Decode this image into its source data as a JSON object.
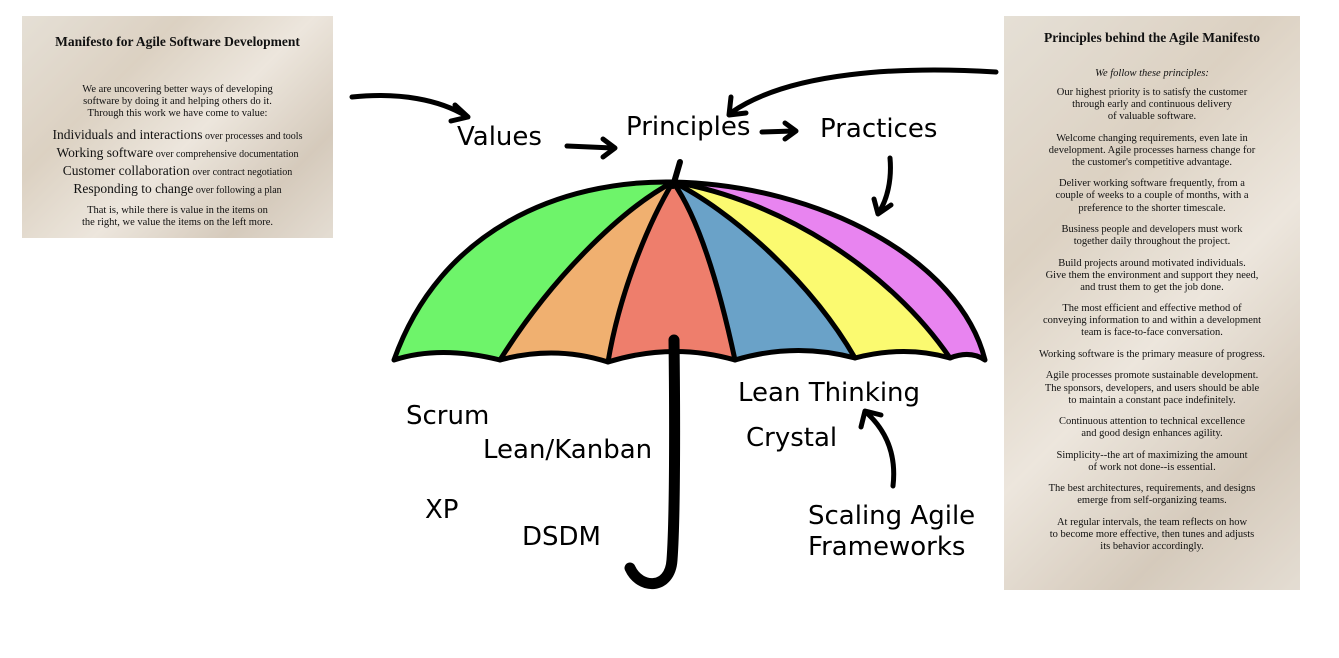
{
  "manifesto": {
    "title": "Manifesto for Agile Software Development",
    "intro": [
      "We are uncovering better ways of developing",
      "software by doing it and helping others do it.",
      "Through this work we have come to value:"
    ],
    "values": [
      {
        "lead": "Individuals and interactions",
        "rest": "over processes and tools"
      },
      {
        "lead": "Working software",
        "rest": "over comprehensive documentation"
      },
      {
        "lead": "Customer collaboration",
        "rest": "over contract negotiation"
      },
      {
        "lead": "Responding to change",
        "rest": "over following a plan"
      }
    ],
    "outro": [
      "That is, while there is value in the items on",
      "the right, we value the items on the left more."
    ]
  },
  "principles_card": {
    "title": "Principles behind the Agile Manifesto",
    "subtitle": "We follow these principles:",
    "items": [
      "Our highest priority is to satisfy the customer\nthrough early and continuous delivery\nof valuable software.",
      "Welcome changing requirements, even late in\ndevelopment. Agile processes harness change for\nthe customer's competitive advantage.",
      "Deliver working software frequently, from a\ncouple of weeks to a couple of months, with a\npreference to the shorter timescale.",
      "Business people and developers must work\ntogether daily throughout the project.",
      "Build projects around motivated individuals.\nGive them the environment and support they need,\nand trust them to get the job done.",
      "The most efficient and effective method of\nconveying information to and within a development\nteam is face-to-face conversation.",
      "Working software is the primary measure of progress.",
      "Agile processes promote sustainable development.\nThe sponsors, developers, and users should be able\nto maintain a constant pace indefinitely.",
      "Continuous attention to technical excellence\nand good design enhances agility.",
      "Simplicity--the art of maximizing the amount\nof work not done--is essential.",
      "The best architectures, requirements, and designs\nemerge from self-organizing teams.",
      "At regular intervals, the team reflects on how\nto become more effective, then tunes and adjusts\nits behavior accordingly."
    ]
  },
  "labels": {
    "values": "Values",
    "principles": "Principles",
    "practices": "Practices",
    "scrum": "Scrum",
    "lean_kanban": "Lean/Kanban",
    "xp": "XP",
    "dsdm": "DSDM",
    "lean_thinking": "Lean Thinking",
    "crystal": "Crystal",
    "scaling_line1": "Scaling Agile",
    "scaling_line2": "Frameworks"
  },
  "umbrella_colors": [
    "#6ef46a",
    "#f0b070",
    "#ee7e6c",
    "#6aa2c8",
    "#fbfa70",
    "#e884f0"
  ],
  "stroke_color": "#000000"
}
